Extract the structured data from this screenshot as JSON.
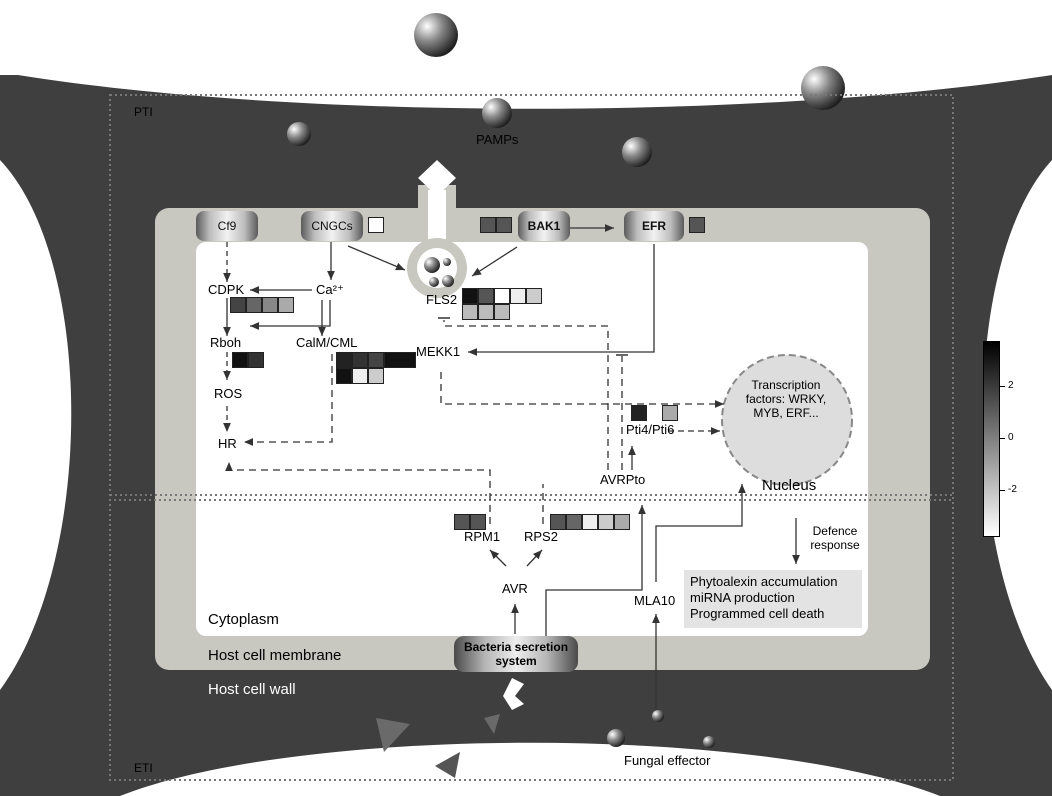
{
  "regions": {
    "pti": "PTI",
    "eti": "ETI",
    "pamps": "PAMPs",
    "cytoplasm": "Cytoplasm",
    "membrane": "Host cell membrane",
    "wall": "Host cell wall",
    "nucleus": "Nucleus",
    "fungal_effector": "Fungal effector"
  },
  "receptors": {
    "cf9": "Cf9",
    "cngcs": "CNGCs",
    "bak1": "BAK1",
    "efr": "EFR",
    "bacteria": "Bacteria secretion system"
  },
  "nodes": {
    "cdpk": "CDPK",
    "ca": "Ca²⁺",
    "rboh": "Rboh",
    "calm": "CalM/CML",
    "ros": "ROS",
    "hr": "HR",
    "fls2": "FLS2",
    "mekk1": "MEKK1",
    "pti46": "Pti4/Pti6",
    "avrpto": "AVRPto",
    "rpm1": "RPM1",
    "rps2": "RPS2",
    "avr": "AVR",
    "mla10": "MLA10",
    "tf": "Transcription factors: WRKY, MYB, ERF...",
    "defence": "Defence response"
  },
  "outputs": [
    "Phytoalexin  accumulation",
    "miRNA production",
    "Programmed cell death"
  ],
  "colorbar": {
    "ticks": [
      "2",
      "0",
      "-2"
    ]
  },
  "colors": {
    "wall": "#3f3f3f",
    "membrane": "#c8c8c0",
    "cytoplasm": "#ffffff",
    "line": "#333333"
  }
}
